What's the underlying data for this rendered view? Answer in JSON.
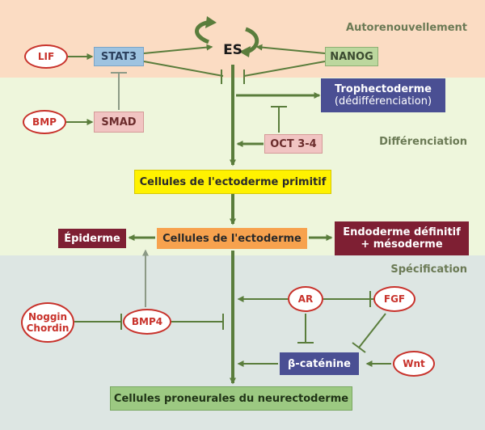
{
  "bands": {
    "self_renewal": {
      "label": "Autorenouvellement",
      "color": "#fbdcc3"
    },
    "differentiation": {
      "label": "Différenciation",
      "color": "#eef6dc"
    },
    "specification": {
      "label": "Spécification",
      "color": "#dde6e3"
    }
  },
  "nodes": {
    "es": "ES",
    "lif": "LIF",
    "stat3": "STAT3",
    "nanog": "NANOG",
    "bmp": "BMP",
    "smad": "SMAD",
    "trophectoderm": {
      "line1": "Trophectoderme",
      "line2": "(dédifférenciation)"
    },
    "oct34": "OCT 3-4",
    "primitive_ectoderm": "Cellules de l'ectoderme primitif",
    "ectoderm": "Cellules de l'ectoderme",
    "epidermis": "Épiderme",
    "endoderm": {
      "line1": "Endoderme définitif",
      "line2": "+ mésoderme"
    },
    "noggin_chordin": {
      "line1": "Noggin",
      "line2": "Chordin"
    },
    "bmp4": "BMP4",
    "ar": "AR",
    "fgf": "FGF",
    "beta_catenin": "β-caténine",
    "wnt": "Wnt",
    "neuroectoderm": "Cellules proneurales du neurectoderme"
  },
  "colors": {
    "arrow": "#5a7d3c",
    "inhibit": "#8c9a86",
    "blue_box": "#9ec3e0",
    "green_box": "#bcd79e",
    "pink_box": "#f1c4c2",
    "navy_box": "#4a4f93",
    "yellow_box": "#fff200",
    "orange_box": "#f7a24e",
    "maroon_box": "#7e1f33",
    "green_bottom_box": "#9cc982",
    "oval_border": "#c8322b"
  }
}
